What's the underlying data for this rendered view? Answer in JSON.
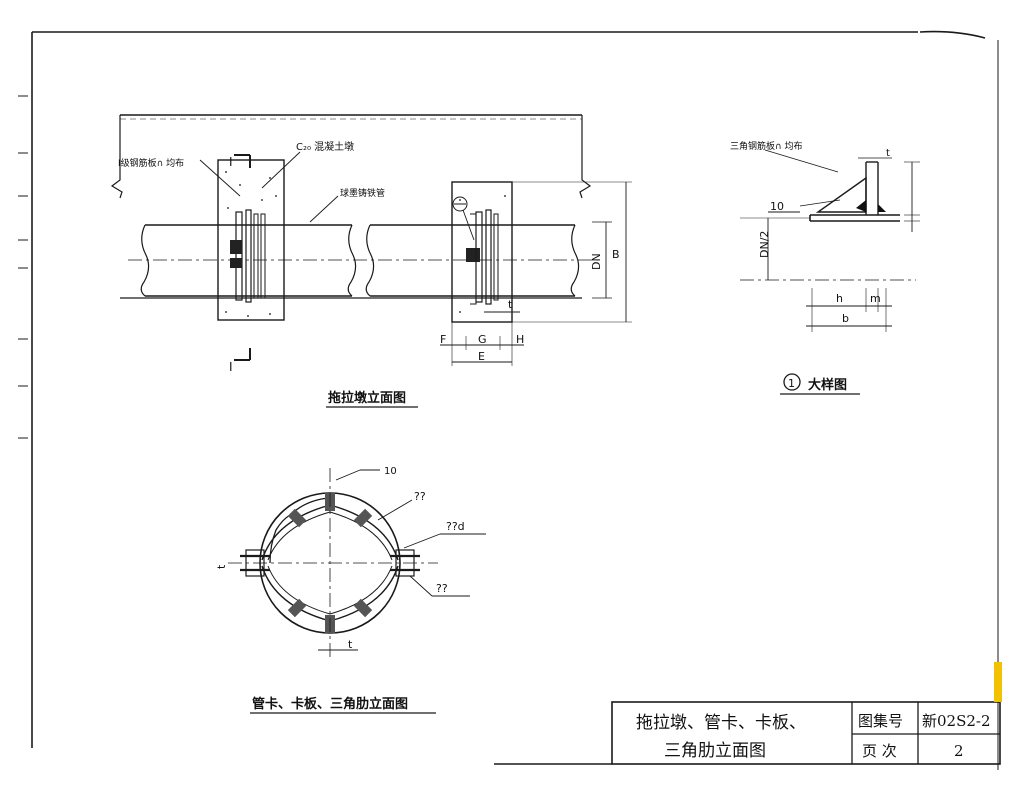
{
  "elevation": {
    "title": "拖拉墩立面图",
    "rebar_note": "Ⅰ级钢筋板∩ 均布",
    "concrete_label": "C₂₀ 混凝土墩",
    "pipe_label": "球墨铸铁管",
    "dim_dn": "DN",
    "dim_b": "B",
    "dim_f": "F",
    "dim_g": "G",
    "dim_h": "H",
    "dim_e": "E",
    "dim_t": "t",
    "section_mark": "I"
  },
  "detail": {
    "title": "大样图",
    "number": "1",
    "note": "三角钢筋板∩ 均布",
    "weld": "10",
    "dim_t": "t",
    "dim_dn2": "DN/2",
    "dim_h": "h",
    "dim_m": "m",
    "dim_b": "b"
  },
  "clamp": {
    "title": "管卡、卡板、三角肋立面图",
    "label_top": "10",
    "label_a": "??",
    "label_b": "??d",
    "label_c": "??",
    "label_left": "t",
    "label_bottom": "t"
  },
  "title_block": {
    "title_line1": "拖拉墩、管卡、卡板、",
    "title_line2": "三角肋立面图",
    "atlas_label": "图集号",
    "atlas_value": "新02S2-2",
    "page_label": "页 次",
    "page_value": "2"
  },
  "colors": {
    "ink": "#1a1a1a",
    "accent": "#f2c200"
  }
}
